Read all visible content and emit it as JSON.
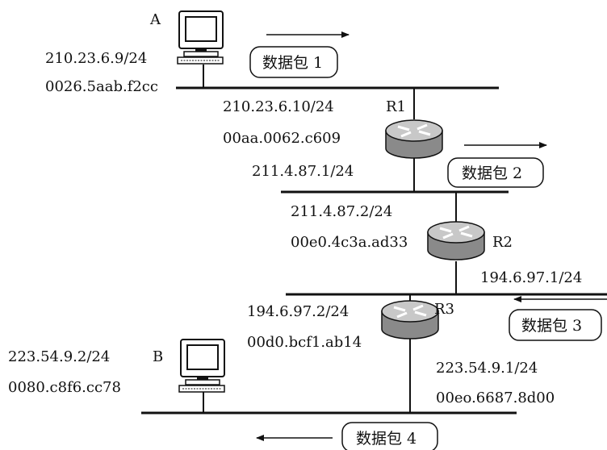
{
  "hosts": {
    "A": {
      "name": "A",
      "ip": "210.23.6.9/24",
      "mac": "0026.5aab.f2cc"
    },
    "B": {
      "name": "B",
      "ip": "223.54.9.2/24",
      "mac": "0080.c8f6.cc78"
    }
  },
  "routers": {
    "R1": {
      "name": "R1",
      "if_net1": {
        "ip": "210.23.6.10/24",
        "mac": "00aa.0062.c609"
      },
      "if_net2": {
        "ip": "211.4.87.1/24"
      }
    },
    "R2": {
      "name": "R2",
      "if_net2": {
        "ip": "211.4.87.2/24",
        "mac": "00e0.4c3a.ad33"
      },
      "if_net3": {
        "ip": "194.6.97.1/24"
      }
    },
    "R3": {
      "name": "R3",
      "if_net3": {
        "ip": "194.6.97.2/24",
        "mac": "00d0.bcf1.ab14"
      },
      "if_net4": {
        "ip": "223.54.9.1/24",
        "mac": "00eo.6687.8d00"
      }
    }
  },
  "packets": [
    {
      "label": "数据包 1",
      "direction": "right"
    },
    {
      "label": "数据包 2",
      "direction": "right"
    },
    {
      "label": "数据包 3",
      "direction": "left"
    },
    {
      "label": "数据包 4",
      "direction": "left"
    }
  ],
  "colors": {
    "line": "#111111",
    "router_body": "#8a8a8a",
    "router_top": "#c8c8c8",
    "monitor": "#111111"
  }
}
